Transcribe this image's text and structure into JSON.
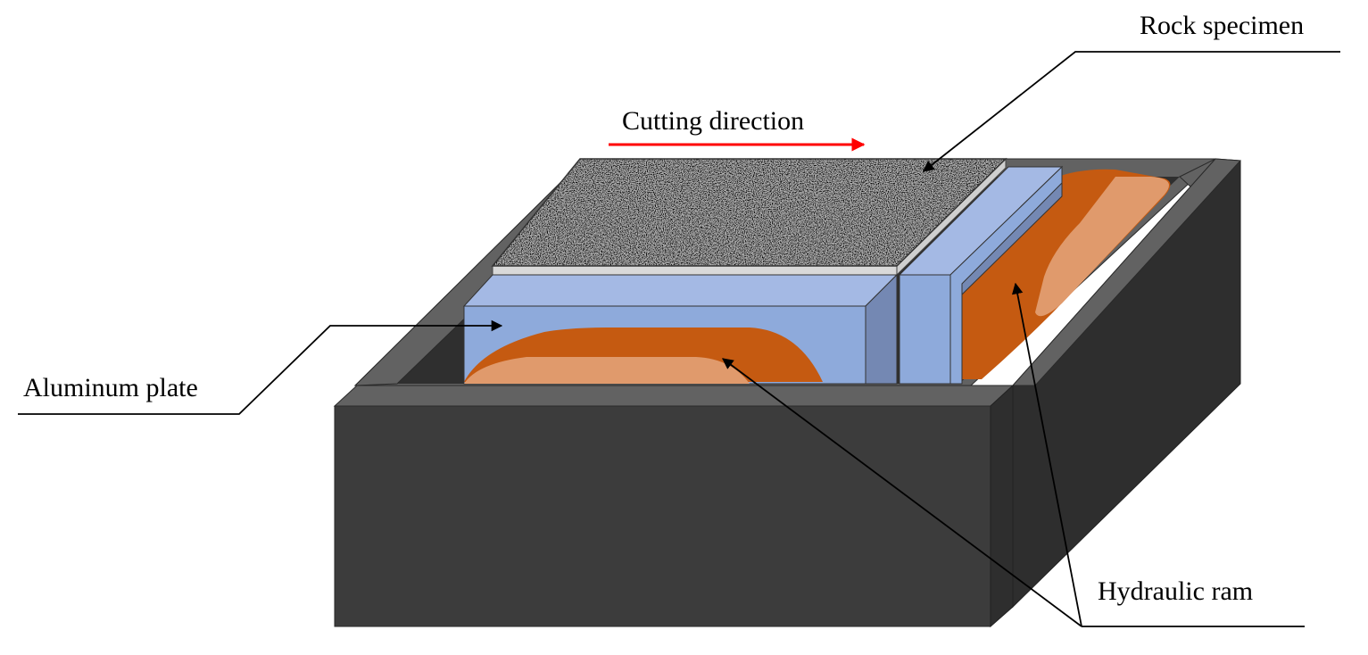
{
  "labels": {
    "rock_specimen": "Rock specimen",
    "cutting_direction": "Cutting direction",
    "aluminum_plate": "Aluminum plate",
    "hydraulic_ram": "Hydraulic ram"
  },
  "colors": {
    "frame_dark": "#3c3c3c",
    "frame_rim": "#626262",
    "frame_side": "#2e2e2e",
    "aluminum": "#8eaadb",
    "aluminum_top": "#a4b9e4",
    "aluminum_side": "#7488b3",
    "ram_dark": "#c55a11",
    "ram_light": "#e09a6c",
    "rock_base": "#b9b9b9",
    "arrow_red": "#ff0000"
  }
}
